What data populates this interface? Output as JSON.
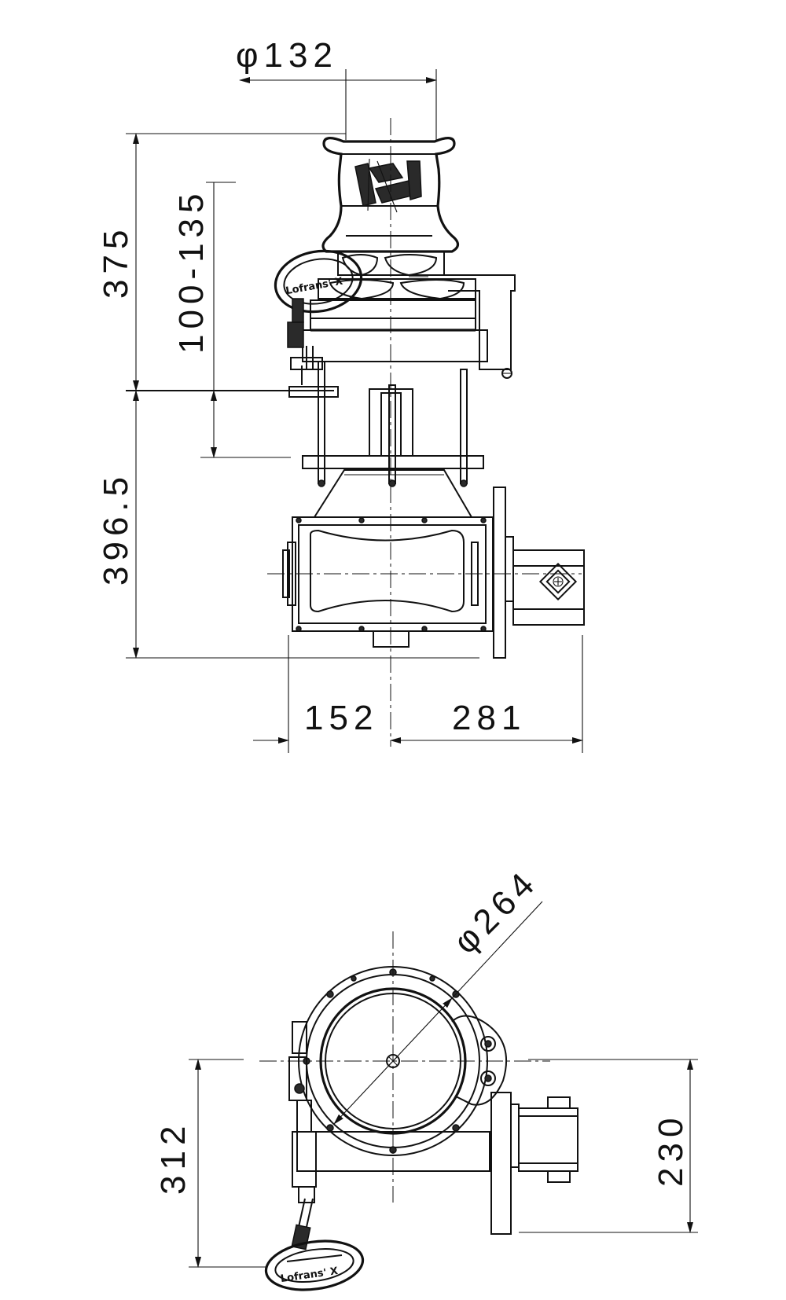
{
  "dimensions": {
    "cap_diameter": "φ132",
    "total_height_top": "375",
    "deck_thickness": "100-135",
    "below_deck_height": "396.5",
    "left_width": "152",
    "right_width": "281",
    "base_diameter": "φ264",
    "plan_length": "312",
    "plan_width": "230"
  },
  "logo_text": "Lofrans' X"
}
